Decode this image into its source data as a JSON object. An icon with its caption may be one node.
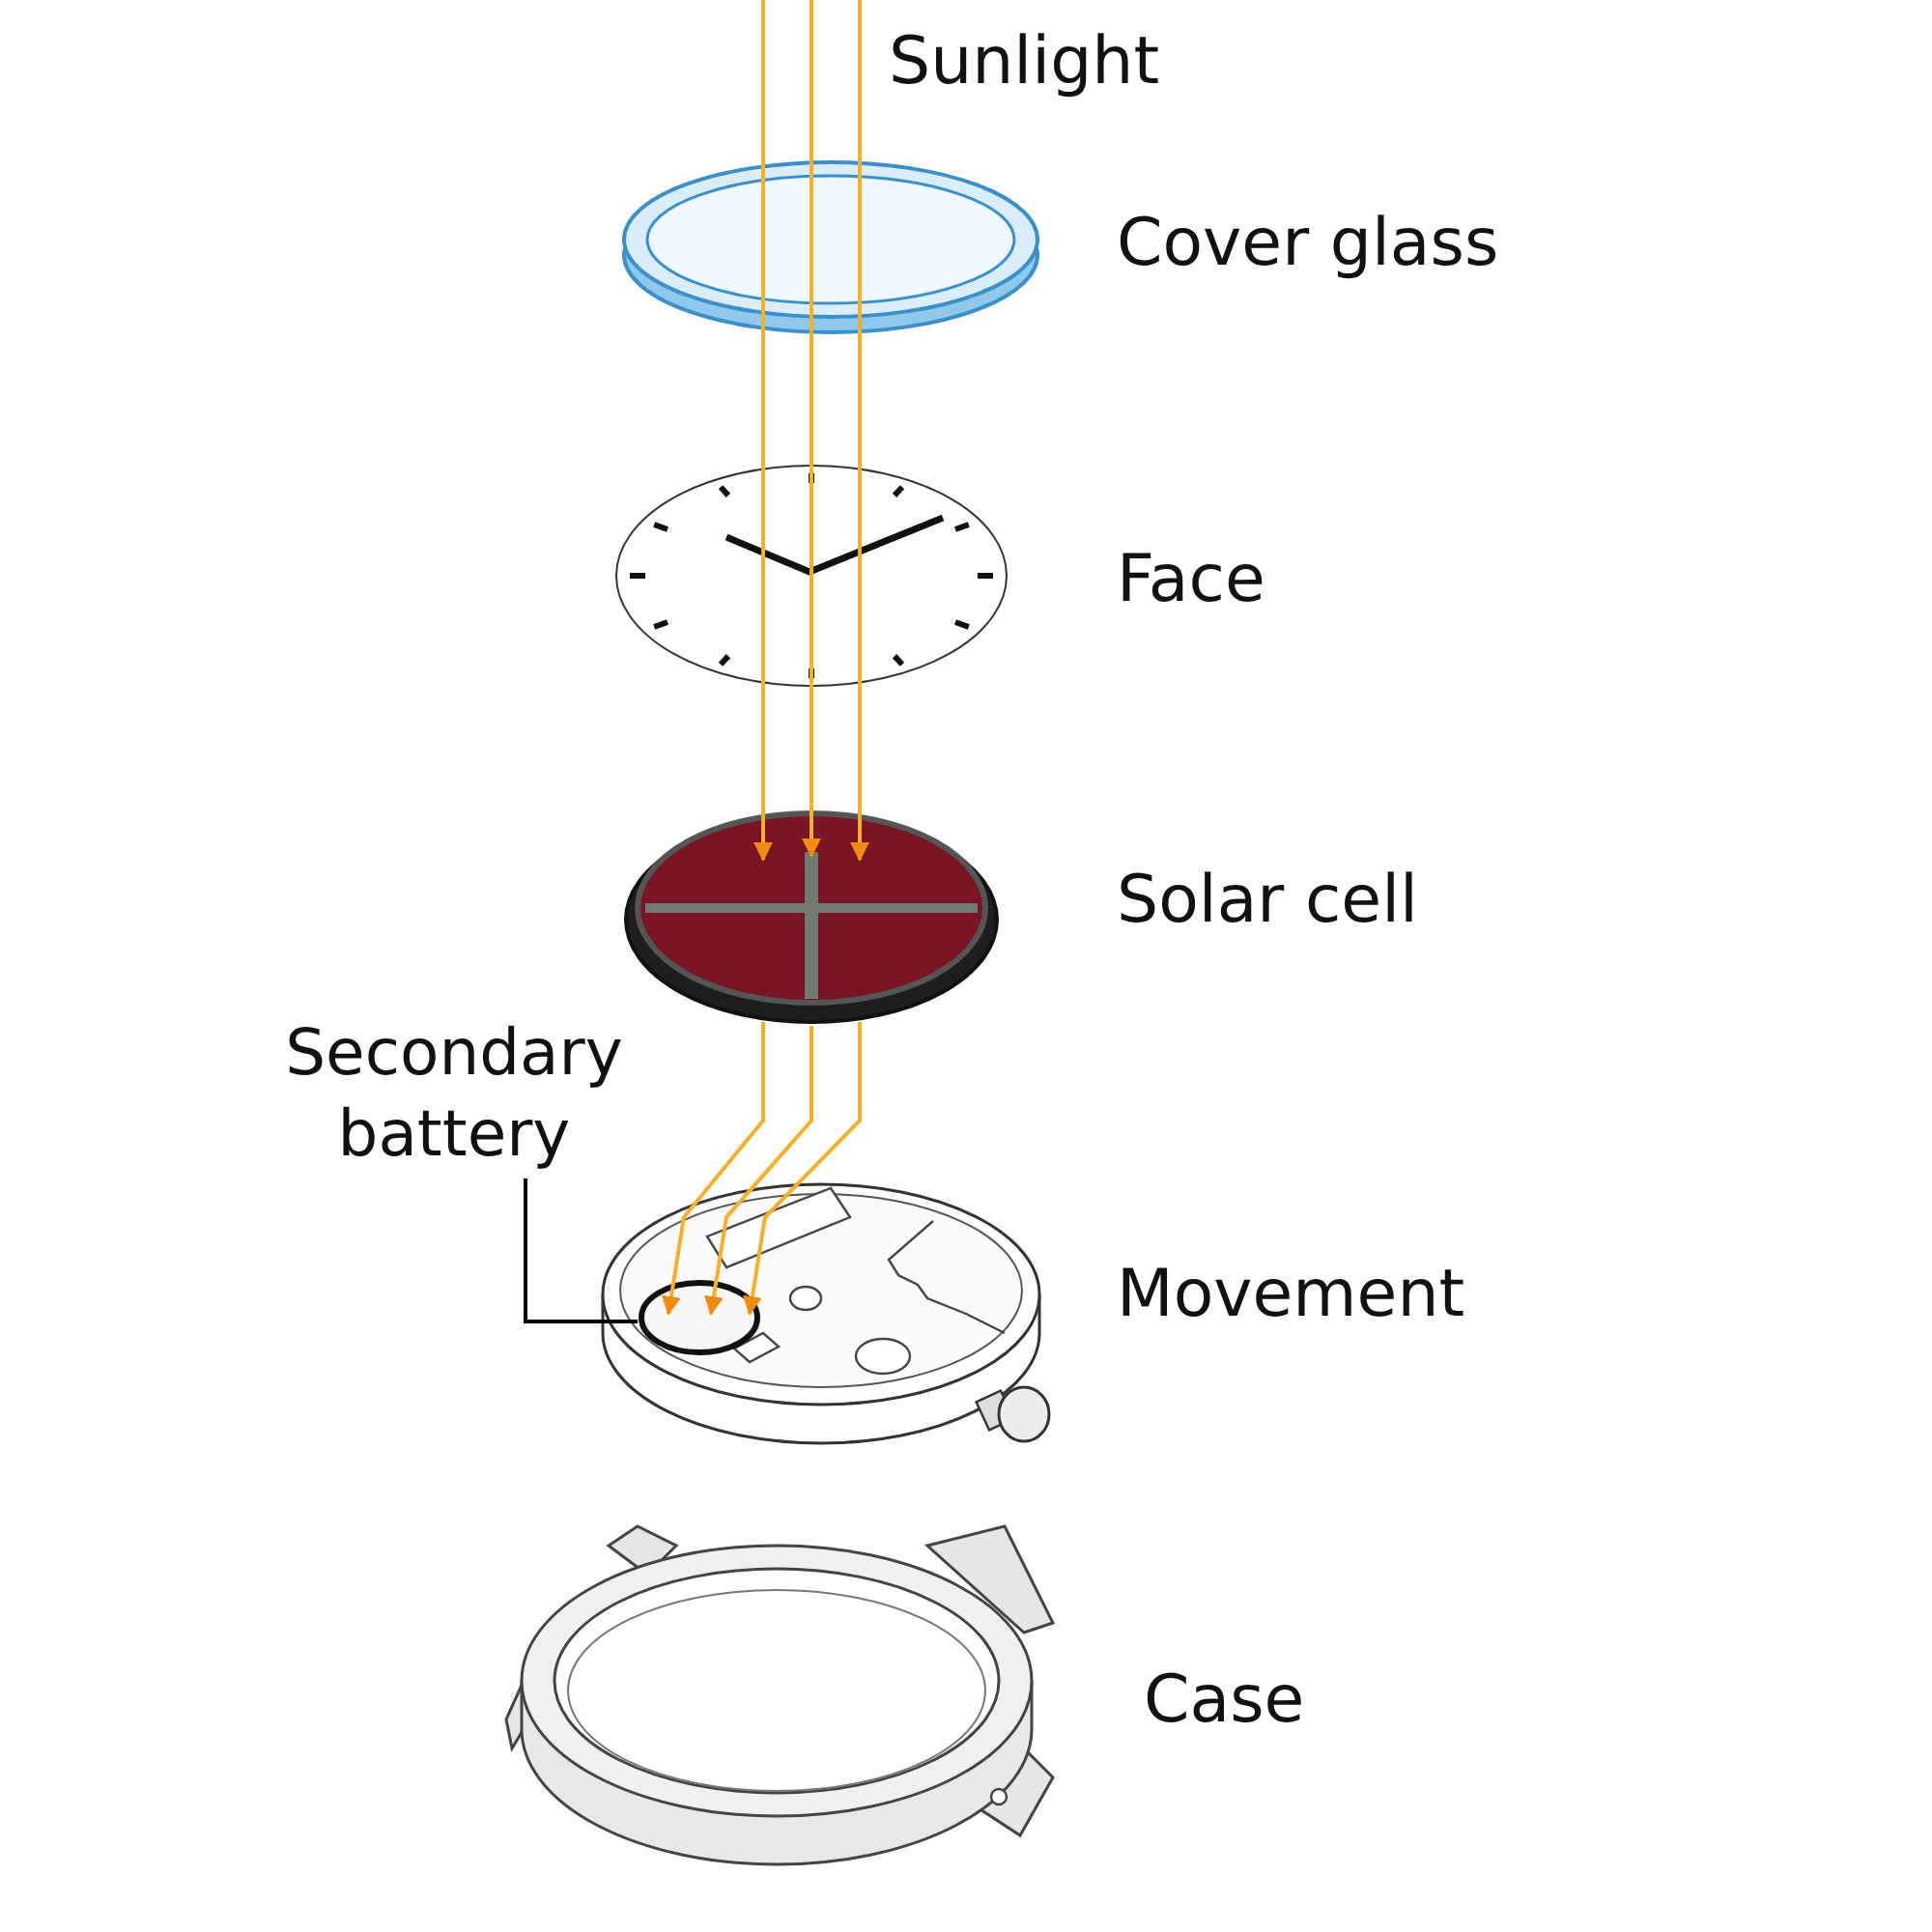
{
  "diagram": {
    "nodes": [
      {
        "text": [
          "Secondary battery"
        ]
      },
      {
        "text": [],
        "shape": "picture"
      },
      {
        "text": [],
        "shape": "circle"
      }
    ],
    "edges": [
      {
        "from": 0,
        "to": 2,
        "arrow": "none",
        "color": "#000000"
      },
      {
        "from": null,
        "to": 1,
        "arrow": "to"
      },
      {
        "from": null,
        "to": 1,
        "arrow": "to"
      },
      {
        "from": null,
        "to": 1,
        "arrow": "to"
      },
      {
        "from": 1,
        "to": 2,
        "arrow": "to"
      },
      {
        "from": 1,
        "to": 2,
        "arrow": "to"
      },
      {
        "from": 1,
        "to": 2,
        "arrow": "to"
      }
    ],
    "labels": [
      "Sunlight",
      "Cover glass",
      "Face",
      "Solar cell",
      "Movement",
      "Case"
    ]
  }
}
